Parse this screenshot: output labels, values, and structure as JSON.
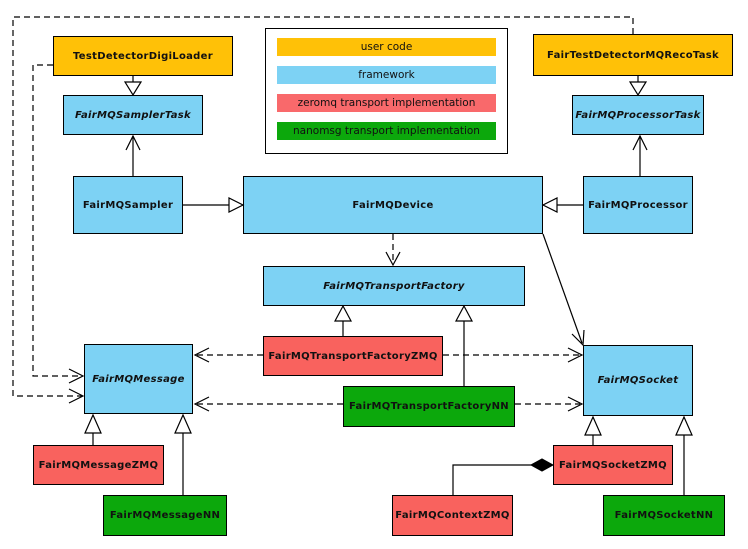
{
  "diagram": {
    "kind": "uml-class-diagram",
    "colors": {
      "user_code": "#FFC107",
      "framework": "#7DD2F4",
      "zeromq": "#F9696B",
      "nanomsg": "#0CA80C",
      "background": "#FFFFFF",
      "line": "#000000"
    },
    "legend": {
      "items": [
        {
          "label": "user code",
          "color": "#FFC107"
        },
        {
          "label": "framework",
          "color": "#7DD2F4"
        },
        {
          "label": "zeromq transport implementation",
          "color": "#F9696B"
        },
        {
          "label": "nanomsg transport implementation",
          "color": "#0CA80C"
        }
      ]
    },
    "nodes": {
      "testDetectorDigiLoader": {
        "label": "TestDetectorDigiLoader",
        "category": "user code",
        "abstract": false
      },
      "fairTestDetectorMQRecoTask": {
        "label": "FairTestDetectorMQRecoTask",
        "category": "user code",
        "abstract": false
      },
      "fairMQSamplerTask": {
        "label": "FairMQSamplerTask",
        "category": "framework",
        "abstract": true
      },
      "fairMQProcessorTask": {
        "label": "FairMQProcessorTask",
        "category": "framework",
        "abstract": true
      },
      "fairMQSampler": {
        "label": "FairMQSampler",
        "category": "framework",
        "abstract": false
      },
      "fairMQDevice": {
        "label": "FairMQDevice",
        "category": "framework",
        "abstract": false
      },
      "fairMQProcessor": {
        "label": "FairMQProcessor",
        "category": "framework",
        "abstract": false
      },
      "fairMQTransportFactory": {
        "label": "FairMQTransportFactory",
        "category": "framework",
        "abstract": true
      },
      "fairMQTransportFactoryZMQ": {
        "label": "FairMQTransportFactoryZMQ",
        "category": "zeromq",
        "abstract": false
      },
      "fairMQTransportFactoryNN": {
        "label": "FairMQTransportFactoryNN",
        "category": "nanomsg",
        "abstract": false
      },
      "fairMQMessage": {
        "label": "FairMQMessage",
        "category": "framework",
        "abstract": true
      },
      "fairMQSocket": {
        "label": "FairMQSocket",
        "category": "framework",
        "abstract": true
      },
      "fairMQMessageZMQ": {
        "label": "FairMQMessageZMQ",
        "category": "zeromq",
        "abstract": false
      },
      "fairMQMessageNN": {
        "label": "FairMQMessageNN",
        "category": "nanomsg",
        "abstract": false
      },
      "fairMQSocketZMQ": {
        "label": "FairMQSocketZMQ",
        "category": "zeromq",
        "abstract": false
      },
      "fairMQContextZMQ": {
        "label": "FairMQContextZMQ",
        "category": "zeromq",
        "abstract": false
      },
      "fairMQSocketNN": {
        "label": "FairMQSocketNN",
        "category": "nanomsg",
        "abstract": false
      }
    },
    "edges": [
      {
        "from": "TestDetectorDigiLoader",
        "to": "FairMQSamplerTask",
        "type": "generalization"
      },
      {
        "from": "FairTestDetectorMQRecoTask",
        "to": "FairMQProcessorTask",
        "type": "generalization"
      },
      {
        "from": "FairMQSampler",
        "to": "FairMQSamplerTask",
        "type": "generalization-open"
      },
      {
        "from": "FairMQProcessor",
        "to": "FairMQProcessorTask",
        "type": "generalization-open"
      },
      {
        "from": "FairMQSampler",
        "to": "FairMQDevice",
        "type": "generalization"
      },
      {
        "from": "FairMQProcessor",
        "to": "FairMQDevice",
        "type": "generalization"
      },
      {
        "from": "FairMQDevice",
        "to": "FairMQTransportFactory",
        "type": "dependency-dashed"
      },
      {
        "from": "FairMQDevice",
        "to": "FairMQSocket",
        "type": "association-arrow"
      },
      {
        "from": "FairMQTransportFactoryZMQ",
        "to": "FairMQTransportFactory",
        "type": "generalization"
      },
      {
        "from": "FairMQTransportFactoryNN",
        "to": "FairMQTransportFactory",
        "type": "generalization"
      },
      {
        "from": "FairMQTransportFactoryZMQ",
        "to": "FairMQMessage",
        "type": "dependency-dashed"
      },
      {
        "from": "FairMQTransportFactoryZMQ",
        "to": "FairMQSocket",
        "type": "dependency-dashed"
      },
      {
        "from": "FairMQTransportFactoryNN",
        "to": "FairMQMessage",
        "type": "dependency-dashed"
      },
      {
        "from": "FairMQTransportFactoryNN",
        "to": "FairMQSocket",
        "type": "dependency-dashed"
      },
      {
        "from": "TestDetectorDigiLoader",
        "to": "FairMQMessage",
        "type": "dependency-dashed"
      },
      {
        "from": "FairTestDetectorMQRecoTask",
        "to": "FairMQMessage",
        "type": "dependency-dashed"
      },
      {
        "from": "FairMQMessageZMQ",
        "to": "FairMQMessage",
        "type": "generalization"
      },
      {
        "from": "FairMQMessageNN",
        "to": "FairMQMessage",
        "type": "generalization"
      },
      {
        "from": "FairMQSocketZMQ",
        "to": "FairMQSocket",
        "type": "generalization"
      },
      {
        "from": "FairMQSocketNN",
        "to": "FairMQSocket",
        "type": "generalization"
      },
      {
        "from": "FairMQContextZMQ",
        "to": "FairMQSocketZMQ",
        "type": "composition"
      }
    ]
  }
}
